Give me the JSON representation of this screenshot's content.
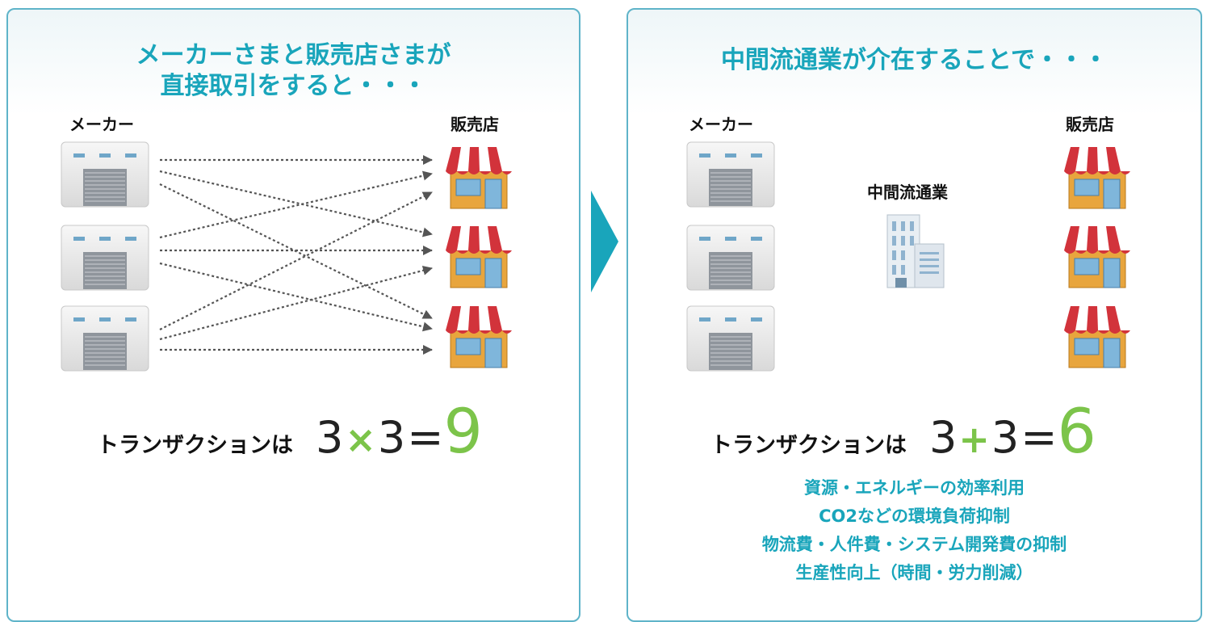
{
  "left_panel": {
    "title_line1": "メーカーさまと販売店さまが",
    "title_line2": "直接取引をすると・・・",
    "maker_label": "メーカー",
    "shop_label": "販売店",
    "formula": {
      "text": "トランザクションは",
      "a": "3",
      "op": "×",
      "b": "3",
      "eq": "=",
      "result": "9"
    }
  },
  "right_panel": {
    "title": "中間流通業が介在することで・・・",
    "maker_label": "メーカー",
    "shop_label": "販売店",
    "middle_label": "中間流通業",
    "formula": {
      "text": "トランザクションは",
      "a": "3",
      "op": "+",
      "b": "3",
      "eq": "=",
      "result": "6"
    },
    "benefits": [
      "資源・エネルギーの効率利用",
      "CO2などの環境負荷抑制",
      "物流費・人件費・システム開発費の抑制",
      "生産性向上（時間・労力削減）"
    ]
  },
  "icons": {
    "factory": "factory-icon",
    "shop": "shop-icon",
    "building": "office-building-icon",
    "transition": "chevron-right-icon"
  },
  "colors": {
    "accent": "#19a5bb",
    "border": "#5fb4c9",
    "result_green": "#7cc44a",
    "arrow": "#555555",
    "awning_red": "#d2333b"
  }
}
